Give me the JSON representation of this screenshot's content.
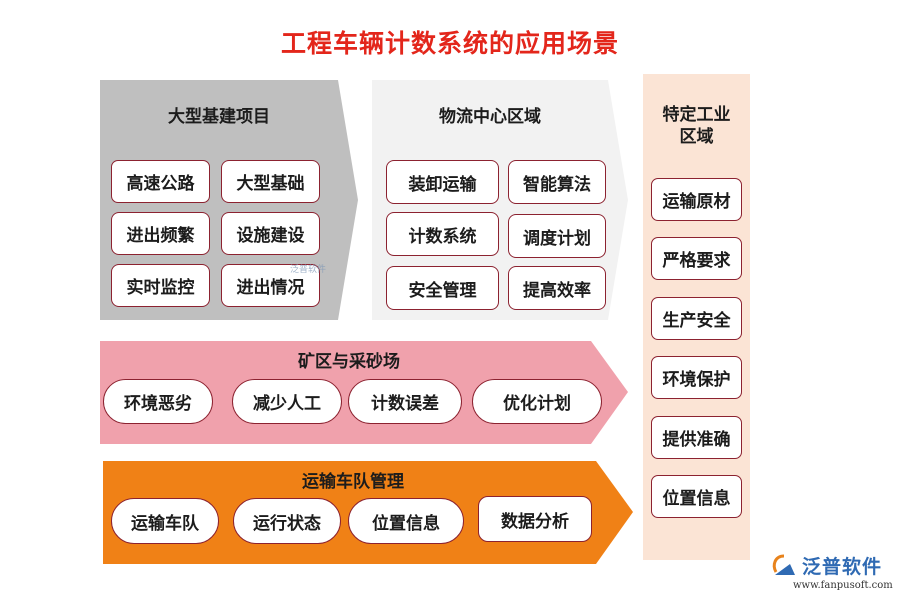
{
  "title": "工程车辆计数系统的应用场景",
  "panels": {
    "infrastructure": {
      "title": "大型基建项目",
      "items": [
        "高速公路",
        "大型基础",
        "进出频繁",
        "设施建设",
        "实时监控",
        "进出情况"
      ]
    },
    "logistics": {
      "title": "物流中心区域",
      "items": [
        "装卸运输",
        "智能算法",
        "计数系统",
        "调度计划",
        "安全管理",
        "提高效率"
      ]
    },
    "industrial": {
      "title_line1": "特定工业",
      "title_line2": "区域",
      "items": [
        "运输原材",
        "严格要求",
        "生产安全",
        "环境保护",
        "提供准确",
        "位置信息"
      ]
    },
    "mining": {
      "title": "矿区与采砂场",
      "items": [
        "环境恶劣",
        "减少人工",
        "计数误差",
        "优化计划"
      ]
    },
    "fleet": {
      "title": "运输车队管理",
      "items": [
        "运输车队",
        "运行状态",
        "位置信息",
        "数据分析"
      ]
    }
  },
  "watermark": "泛普软件",
  "logo": {
    "name": "泛普软件",
    "url": "www.fanpusoft.com"
  },
  "colors": {
    "title": "#e3261b",
    "infrastructure_bg": "#bfbfbf",
    "logistics_bg": "#f2f2f2",
    "industrial_bg": "#fbe4d5",
    "mining_bg": "#f0a1ac",
    "fleet_bg": "#f08116",
    "box_border": "#8c2230"
  }
}
